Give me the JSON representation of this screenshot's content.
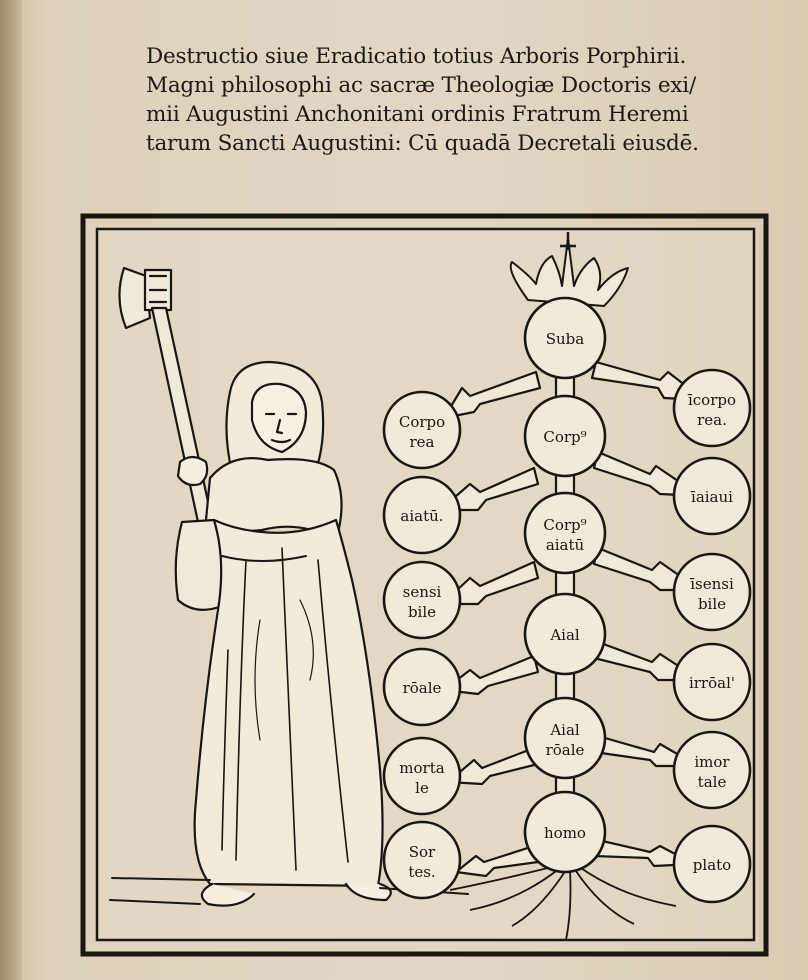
{
  "heading": {
    "lines": [
      "Destructio siue Eradicatio totius  Arboris Porphirii.",
      "Magni philosophi ac sacræ Theologiæ Doctoris exi/",
      "mii Augustini Anchonitani ordinis Fratrum Heremi",
      "tarum Sancti Augustini:  Cū quadā Decretali eiusdē."
    ]
  },
  "tree": {
    "trunk": [
      {
        "line1": "Suba",
        "line2": ""
      },
      {
        "line1": "Corp⁹",
        "line2": ""
      },
      {
        "line1": "Corp⁹",
        "line2": "aiatū"
      },
      {
        "line1": "Aial",
        "line2": ""
      },
      {
        "line1": "Aial",
        "line2": "rōale"
      },
      {
        "line1": "homo",
        "line2": ""
      }
    ],
    "left": [
      {
        "line1": "Corpo",
        "line2": "rea"
      },
      {
        "line1": "aiatū.",
        "line2": ""
      },
      {
        "line1": "sensi",
        "line2": "bile"
      },
      {
        "line1": "rōale",
        "line2": ""
      },
      {
        "line1": "morta",
        "line2": "le"
      },
      {
        "line1": "Sor",
        "line2": "tes."
      }
    ],
    "right": [
      {
        "line1": "īcorpo",
        "line2": "rea."
      },
      {
        "line1": "īaiaui",
        "line2": ""
      },
      {
        "line1": "īsensi",
        "line2": "bile"
      },
      {
        "line1": "irrōal'",
        "line2": ""
      },
      {
        "line1": "imor",
        "line2": "tale"
      },
      {
        "line1": "plato",
        "line2": ""
      }
    ]
  }
}
